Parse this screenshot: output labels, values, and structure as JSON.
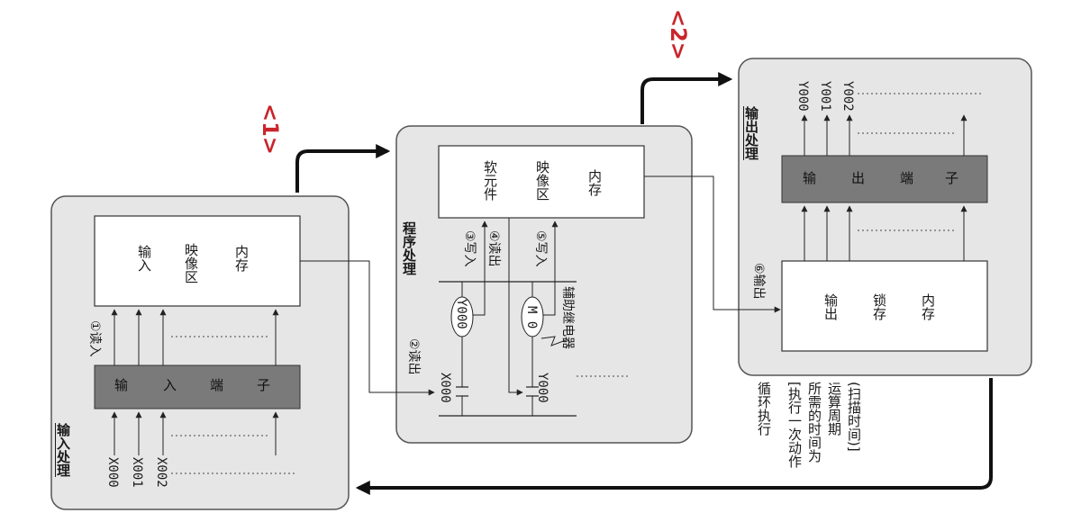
{
  "markers": {
    "m1": "<1>",
    "m2": "<2>"
  },
  "input_section": {
    "title": "输入处理",
    "memory": [
      "输入",
      "映像区",
      "内存"
    ],
    "read_in": "①读入",
    "terminal": [
      "输",
      "入",
      "端",
      "子"
    ],
    "inputs": [
      "X000",
      "X001",
      "X002"
    ]
  },
  "program_section": {
    "title": "程序处理",
    "memory": [
      "软元件",
      "映像区",
      "内存"
    ],
    "read_out_2": "②读出",
    "write_3": "③写入",
    "read_4": "④读出",
    "write_5": "⑤写入",
    "coil_y": "Y000",
    "coil_m": "M 0",
    "aux_relay": "辅助继电器",
    "contact_x": "X000",
    "contact_y": "Y000"
  },
  "output_section": {
    "title": "输出处理",
    "outputs": [
      "Y000",
      "Y001",
      "Y002"
    ],
    "terminal": [
      "输",
      "出",
      "端",
      "子"
    ],
    "output_6": "⑥输出",
    "latch": [
      "输出",
      "锁存",
      "内存"
    ]
  },
  "cycle_note": {
    "title": "循环执行",
    "lines": [
      "[执行一次动作",
      "所需的时间为",
      "运算周期",
      "(扫描时间)]"
    ]
  },
  "colors": {
    "panel": "#e6e6e6",
    "terminal": "#7a7a7a",
    "marker": "#c9252c",
    "line": "#222222"
  }
}
